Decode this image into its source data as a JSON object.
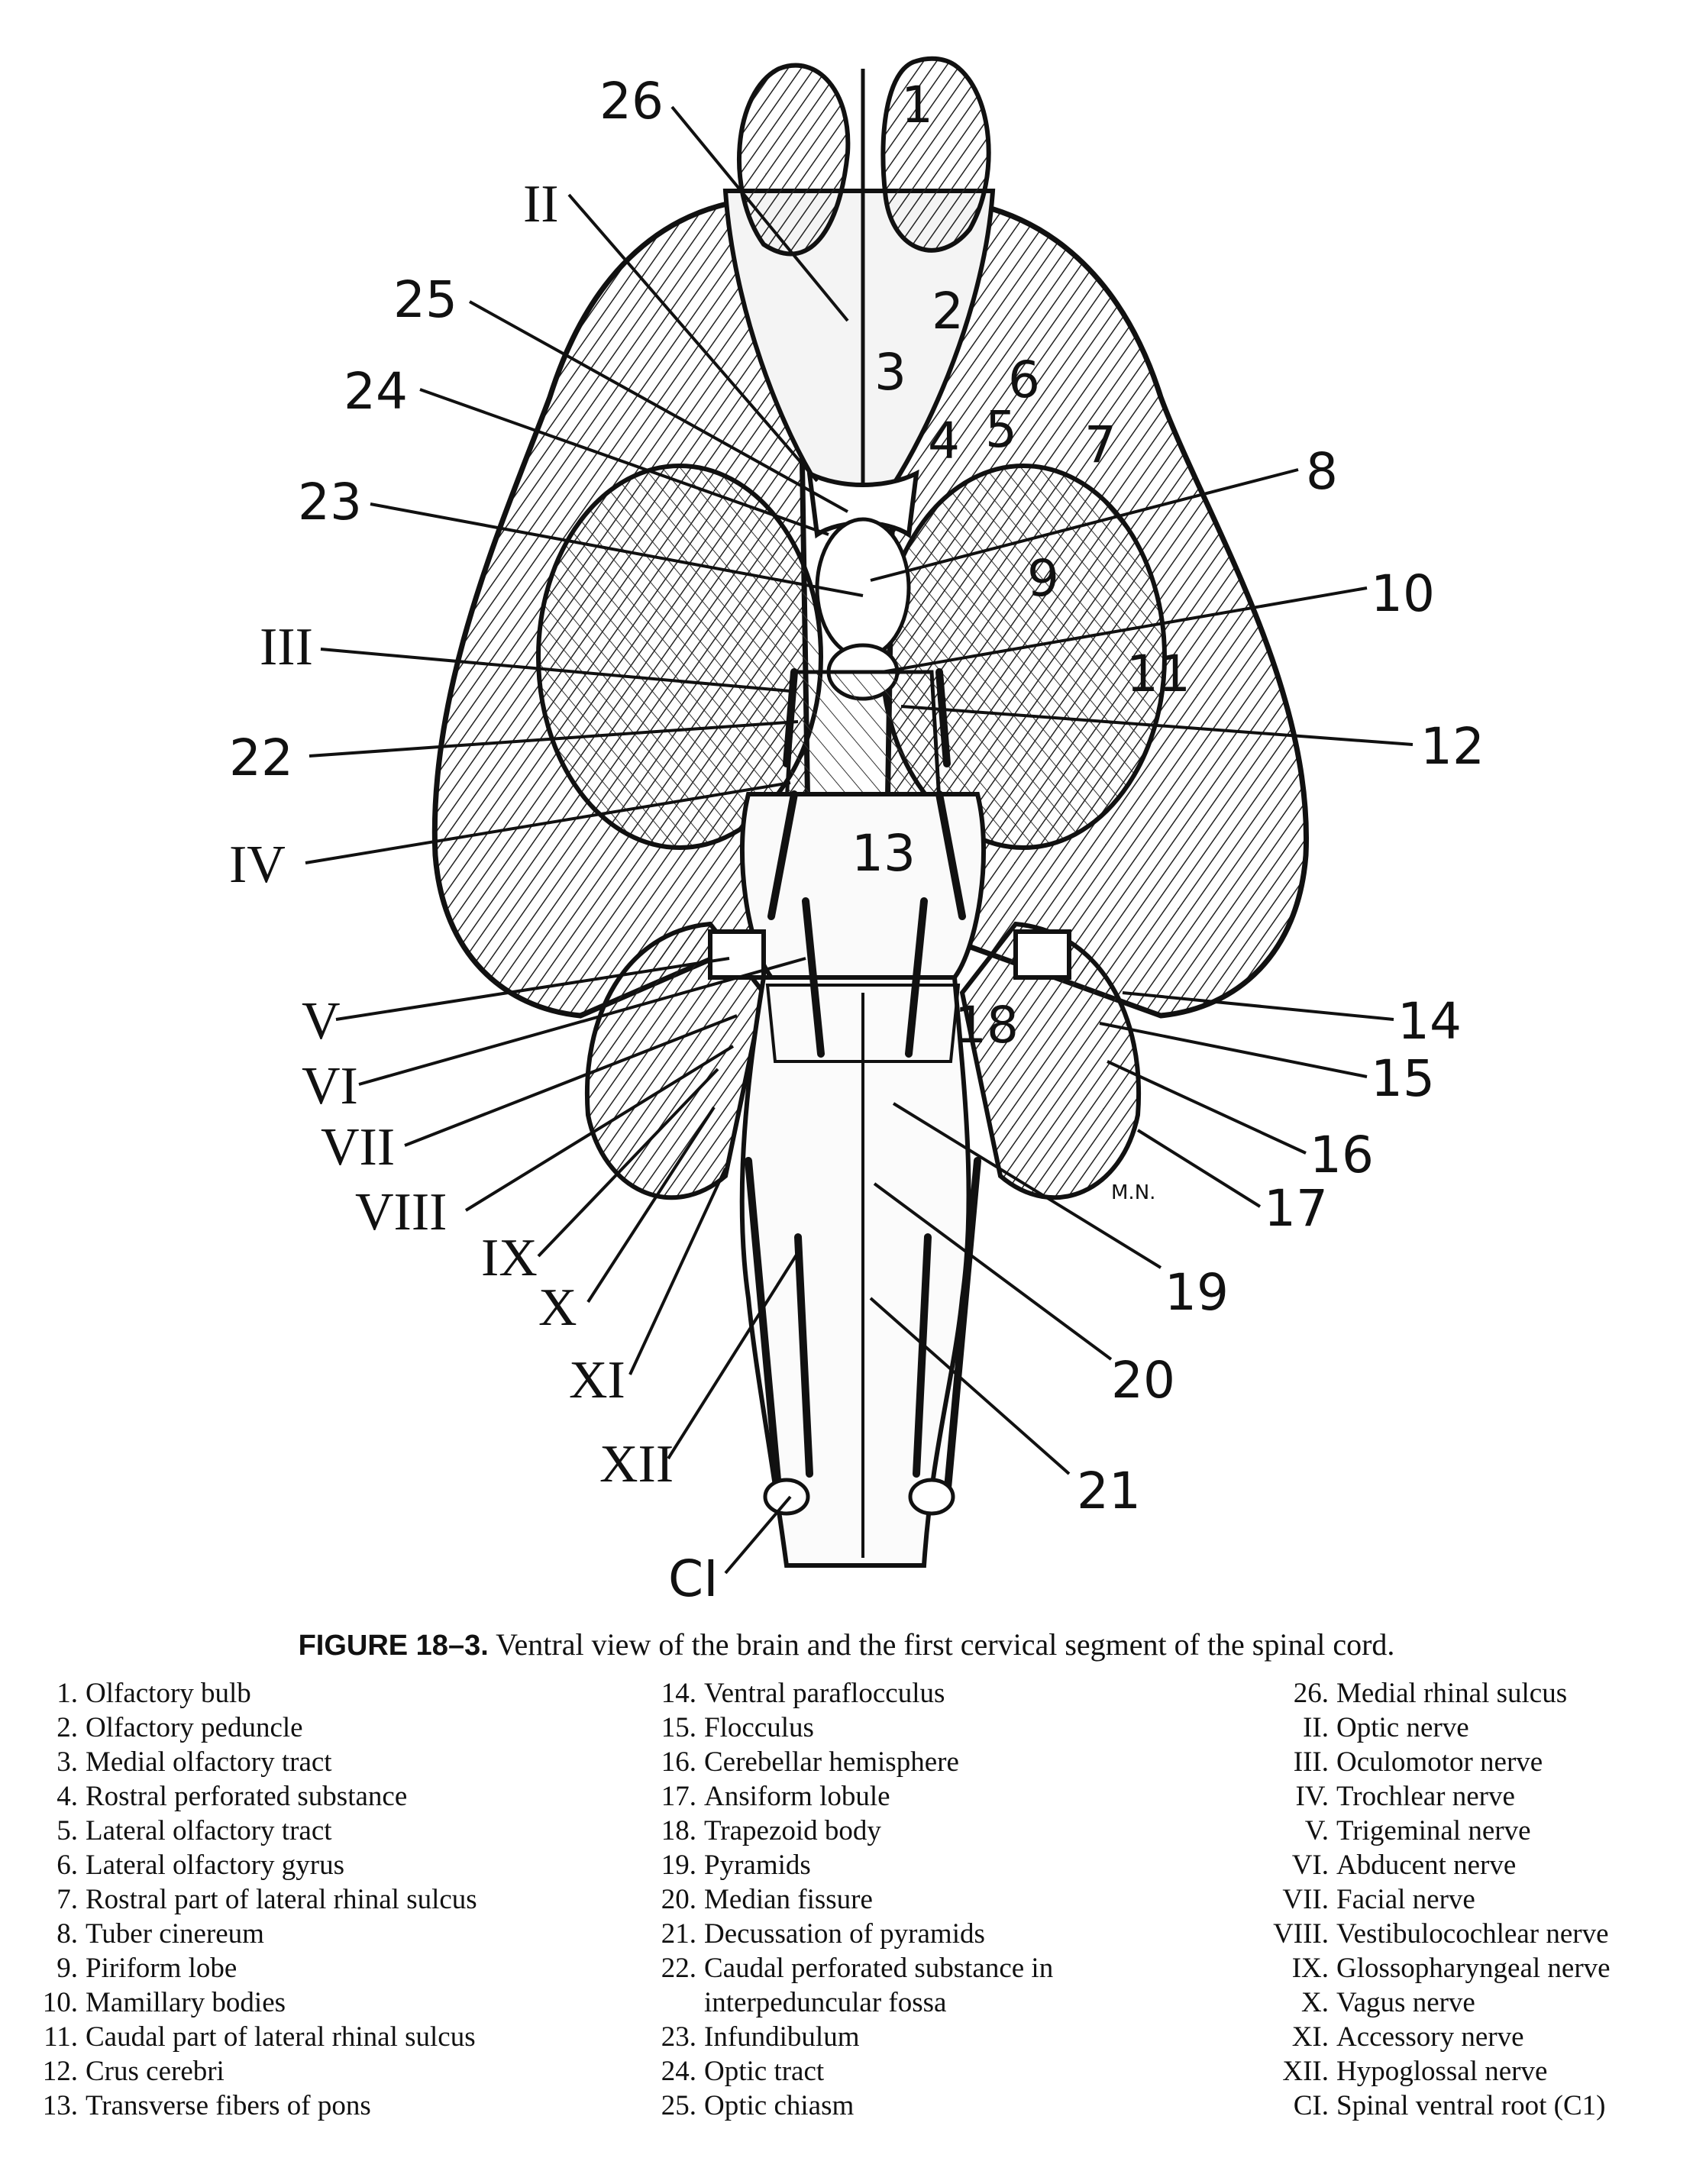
{
  "figure": {
    "number": "FIGURE 18–3.",
    "caption": "Ventral view of the brain and the first cervical segment of the spinal cord."
  },
  "drawing": {
    "signature": "M.N.",
    "inner_labels": {
      "i1": "1",
      "i2": "2",
      "i3": "3",
      "i4": "4",
      "i5": "5",
      "i6": "6",
      "i7": "7",
      "i9": "9",
      "i11": "11",
      "i13": "13",
      "i18": "18"
    },
    "callouts": {
      "c26": "26",
      "cII": "II",
      "c25": "25",
      "c24": "24",
      "c23": "23",
      "cIII": "III",
      "c22": "22",
      "cIV": "IV",
      "cV": "V",
      "cVI": "VI",
      "cVII": "VII",
      "cVIII": "VIII",
      "cIX": "IX",
      "cX": "X",
      "cXI": "XI",
      "cXII": "XII",
      "cC1": "CI",
      "c8": "8",
      "c10": "10",
      "c12": "12",
      "c14": "14",
      "c15": "15",
      "c16": "16",
      "c17": "17",
      "c19": "19",
      "c20": "20",
      "c21": "21"
    }
  },
  "legend": {
    "col1": [
      {
        "num": "1.",
        "text": "Olfactory bulb"
      },
      {
        "num": "2.",
        "text": "Olfactory peduncle"
      },
      {
        "num": "3.",
        "text": "Medial olfactory tract"
      },
      {
        "num": "4.",
        "text": "Rostral perforated substance"
      },
      {
        "num": "5.",
        "text": "Lateral olfactory tract"
      },
      {
        "num": "6.",
        "text": "Lateral olfactory gyrus"
      },
      {
        "num": "7.",
        "text": "Rostral part of lateral rhinal sulcus"
      },
      {
        "num": "8.",
        "text": "Tuber cinereum"
      },
      {
        "num": "9.",
        "text": "Piriform lobe"
      },
      {
        "num": "10.",
        "text": "Mamillary bodies"
      },
      {
        "num": "11.",
        "text": "Caudal part of lateral rhinal sulcus"
      },
      {
        "num": "12.",
        "text": "Crus cerebri"
      },
      {
        "num": "13.",
        "text": "Transverse fibers of pons"
      }
    ],
    "col2": [
      {
        "num": "14.",
        "text": "Ventral paraflocculus"
      },
      {
        "num": "15.",
        "text": "Flocculus"
      },
      {
        "num": "16.",
        "text": "Cerebellar hemisphere"
      },
      {
        "num": "17.",
        "text": "Ansiform lobule"
      },
      {
        "num": "18.",
        "text": "Trapezoid body"
      },
      {
        "num": "19.",
        "text": "Pyramids"
      },
      {
        "num": "20.",
        "text": "Median fissure"
      },
      {
        "num": "21.",
        "text": "Decussation of pyramids"
      },
      {
        "num": "22.",
        "text": "Caudal perforated substance in"
      },
      {
        "num": "",
        "text": "interpeduncular fossa"
      },
      {
        "num": "23.",
        "text": "Infundibulum"
      },
      {
        "num": "24.",
        "text": "Optic tract"
      },
      {
        "num": "25.",
        "text": "Optic chiasm"
      }
    ],
    "col3": [
      {
        "num": "26.",
        "text": "Medial rhinal sulcus"
      },
      {
        "num": "II.",
        "text": "Optic nerve"
      },
      {
        "num": "III.",
        "text": "Oculomotor nerve"
      },
      {
        "num": "IV.",
        "text": "Trochlear nerve"
      },
      {
        "num": "V.",
        "text": "Trigeminal nerve"
      },
      {
        "num": "VI.",
        "text": "Abducent nerve"
      },
      {
        "num": "VII.",
        "text": "Facial nerve"
      },
      {
        "num": "VIII.",
        "text": "Vestibulocochlear nerve"
      },
      {
        "num": "IX.",
        "text": "Glossopharyngeal nerve"
      },
      {
        "num": "X.",
        "text": "Vagus nerve"
      },
      {
        "num": "XI.",
        "text": "Accessory nerve"
      },
      {
        "num": "XII.",
        "text": "Hypoglossal nerve"
      },
      {
        "num": "CI.",
        "text": "Spinal ventral root (C1)"
      }
    ]
  }
}
